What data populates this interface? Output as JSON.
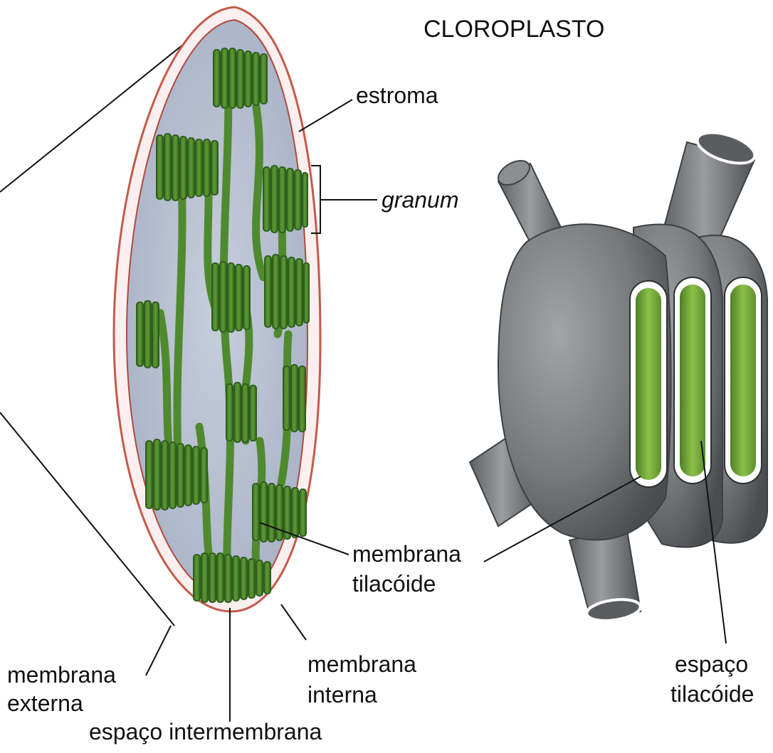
{
  "title": "CLOROPLASTO",
  "labels": {
    "estroma": "estroma",
    "granum": "granum",
    "membrana_tilacoide": [
      "membrana",
      "tilacóide"
    ],
    "membrana_externa": [
      "membrana",
      "externa"
    ],
    "membrana_interna": [
      "membrana",
      "interna"
    ],
    "espaco_intermembrana": "espaço intermembrana",
    "espaco_tilacoide": [
      "espaço",
      "tilacóide"
    ]
  },
  "colors": {
    "stroma": "#b9c1d2",
    "outer_membrane": "#c45a4a",
    "granum_green": "#4f8a2e",
    "granum_dark": "#2f5e1c",
    "tube_gray": "#7d7f82",
    "lumen_green": "#7fb23e"
  }
}
